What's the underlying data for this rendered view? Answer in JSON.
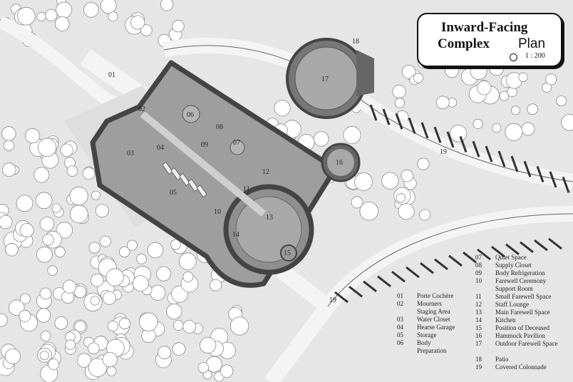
{
  "title": {
    "line1": "Inward-Facing",
    "line2": "Complex",
    "line2b": "Plan",
    "scale": "1 : 200"
  },
  "legend": [
    {
      "num": "01",
      "text": "Porte Cochère"
    },
    {
      "num": "02",
      "text": "Mourners Staging Area"
    },
    {
      "num": "03",
      "text": "Water Closet"
    },
    {
      "num": "04",
      "text": "Hearse Garage"
    },
    {
      "num": "05",
      "text": "Storage"
    },
    {
      "num": "06",
      "text": "Body Preparation"
    },
    {
      "num": "07",
      "text": "Quiet Space"
    },
    {
      "num": "08",
      "text": "Supply Closet"
    },
    {
      "num": "09",
      "text": "Body Refrigeration"
    },
    {
      "num": "10",
      "text": "Farewell Ceremony Support Room"
    },
    {
      "num": "11",
      "text": "Small Farewell Space"
    },
    {
      "num": "12",
      "text": "Staff Lounge"
    },
    {
      "num": "13",
      "text": "Main Farewell Space"
    },
    {
      "num": "14",
      "text": "Kitchen"
    },
    {
      "num": "15",
      "text": "Position of Deceased"
    },
    {
      "num": "16",
      "text": "Hammock Pavilion"
    },
    {
      "num": "17",
      "text": "Outdoor Farewell Space"
    },
    {
      "num": "18",
      "text": "Patio"
    },
    {
      "num": "19",
      "text": "Covered Colonnade"
    }
  ],
  "room_labels": [
    "01",
    "02",
    "03",
    "04",
    "05",
    "06",
    "07",
    "08",
    "09",
    "10",
    "11",
    "12",
    "13",
    "14",
    "15",
    "16",
    "17",
    "18",
    "19",
    "19"
  ],
  "colors": {
    "ground": "#e6e6e6",
    "wall": "#555555",
    "floor": "#a9a9a9",
    "path": "#f4f4f4",
    "tree": "#ffffff"
  }
}
